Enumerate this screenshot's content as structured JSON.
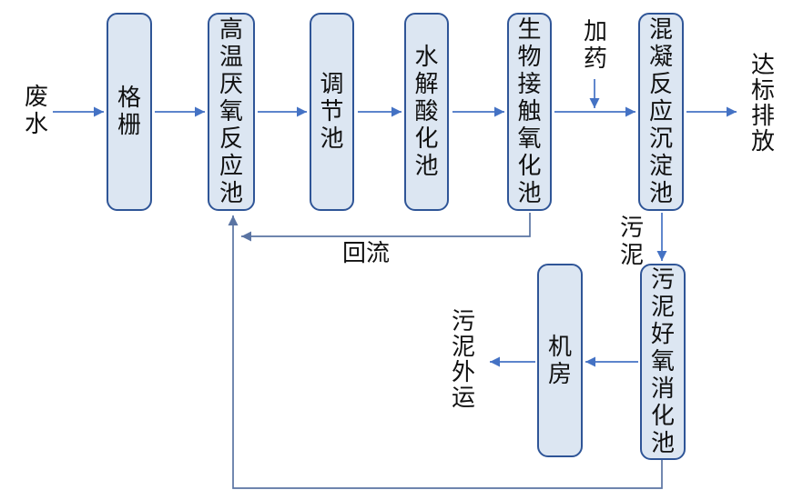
{
  "flowchart": {
    "type": "process-flow-diagram",
    "nodes": {
      "grid": "格栅",
      "anaerobic_tank": "高温厌氧反应池",
      "regulating_tank": "调节池",
      "hydrolysis_tank": "水解酸化池",
      "bio_contact_tank": "生物接触氧化池",
      "coagulation_tank": "混凝反应沉淀池",
      "machine_room": "机房",
      "sludge_digestion_tank": "污泥好氧消化池"
    },
    "labels": {
      "influent": "废水",
      "dosing": "加药",
      "discharge": "达标排放",
      "sludge": "污泥",
      "reflux": "回流",
      "sludge_out": "污泥外运"
    },
    "flows": {
      "main": "废水 → 格栅 → 高温厌氧反应池 → 调节池 → 水解酸化池 → 生物接触氧化池 → 混凝反应沉淀池 → 达标排放",
      "sludge_line": "混凝反应沉淀池 → 污泥 → 污泥好氧消化池 → 机房 → 污泥外运",
      "reflux_line": "生物接触氧化池 → 回流 → 高温厌氧反应池",
      "bottom_return_line": "污泥好氧消化池 → 高温厌氧反应池"
    },
    "colors": {
      "background": "#ffffff",
      "box_fill": "#dce6f2",
      "box_border": "#2f5597",
      "arrow": "#4472c4",
      "return_line": "#5a74a3",
      "text": "#111111"
    }
  }
}
